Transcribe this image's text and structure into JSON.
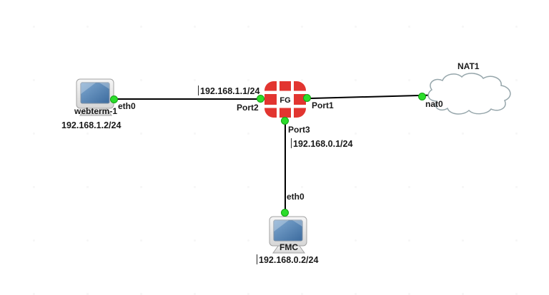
{
  "app": {
    "canvas_type": "network-topology",
    "background": "#ffffff"
  },
  "colors": {
    "link_line": "#000000",
    "port_status_dot": "#2bdd2b",
    "port_status_dot_border": "#15a015",
    "firewall_red": "#e23530",
    "firewall_text": "#111111",
    "label_text": "#1a1a1a",
    "cloud_outline": "#96a6ab",
    "computer_screen_blue": "#3c6b9e"
  },
  "nodes": {
    "webterm": {
      "label": "webterm-1",
      "ip_label": "192.168.1.2/24",
      "type": "computer"
    },
    "firewall": {
      "label": "FG",
      "type": "fortigate-firewall"
    },
    "nat_cloud": {
      "label": "NAT1",
      "type": "cloud"
    },
    "fmc": {
      "label": "FMC",
      "ip_label": "192.168.0.2/24",
      "type": "computer"
    }
  },
  "links": [
    {
      "from": "webterm-1",
      "from_port": "eth0",
      "to": "FG",
      "to_port": "Port2",
      "ip_label": "192.168.1.1/24",
      "status": "up"
    },
    {
      "from": "FG",
      "from_port": "Port1",
      "to": "NAT1",
      "to_port": "nat0",
      "status": "up"
    },
    {
      "from": "FG",
      "from_port": "Port3",
      "to": "FMC",
      "to_port": "eth0",
      "ip_label": "192.168.0.1/24",
      "status": "up"
    }
  ]
}
